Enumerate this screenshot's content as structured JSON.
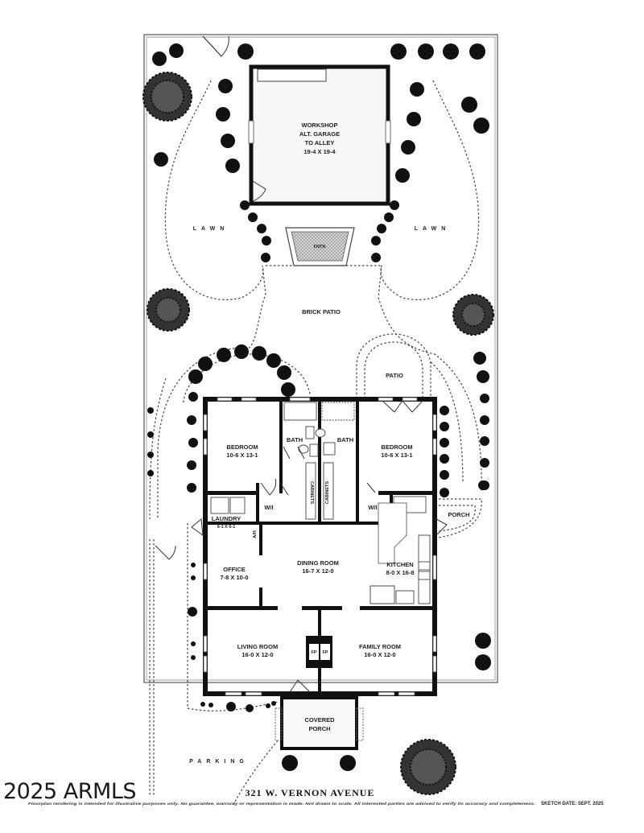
{
  "property": {
    "address": "321 W. VERNON AVENUE",
    "sketch_date": "SKETCH DATE:  SEPT. 2025",
    "disclaimer": "Floorplan rendering is intended for illustrative purposes only. No guarantee, warranty or representation is made. Not drawn to scale. All interested parties are advised to verify its accuracy and completeness.",
    "watermark": "2025 ARMLS"
  },
  "yard": {
    "workshop": {
      "line1": "WORKSHOP",
      "line2": "ALT. GARAGE",
      "line3": "TO ALLEY",
      "dims": "19-4 X 19-4"
    },
    "lawn_left": "LAWN",
    "lawn_right": "LAWN",
    "fountain": "FNTN",
    "brick_patio": "BRICK PATIO",
    "patio": "PATIO",
    "parking": "PARKING",
    "side_porch": "PORCH",
    "covered_porch": {
      "line1": "COVERED",
      "line2": "PORCH"
    }
  },
  "rooms": [
    {
      "name": "BEDROOM",
      "dims": "10-6 X 13-1"
    },
    {
      "name": "BATH"
    },
    {
      "name": "BATH"
    },
    {
      "name": "BEDROOM",
      "dims": "10-6 X 13-1"
    },
    {
      "name": "W/I"
    },
    {
      "name": "CABINETS"
    },
    {
      "name": "CABINETS"
    },
    {
      "name": "W/I"
    },
    {
      "name": "LAUNDRY",
      "dims": "6-1 X 6-1"
    },
    {
      "name": "OFFICE",
      "dims": "7-8 X 10-0"
    },
    {
      "name": "DINING ROOM",
      "dims": "16-7  X  12-0"
    },
    {
      "name": "KITCHEN",
      "dims": "8-0 X 16-8"
    },
    {
      "name": "LIVING ROOM",
      "dims": "16-0  X  12-0"
    },
    {
      "name": "FAMILY ROOM",
      "dims": "16-0  X  12-0"
    },
    {
      "name": "FP"
    },
    {
      "name": "FP"
    },
    {
      "name": "A/H"
    }
  ]
}
